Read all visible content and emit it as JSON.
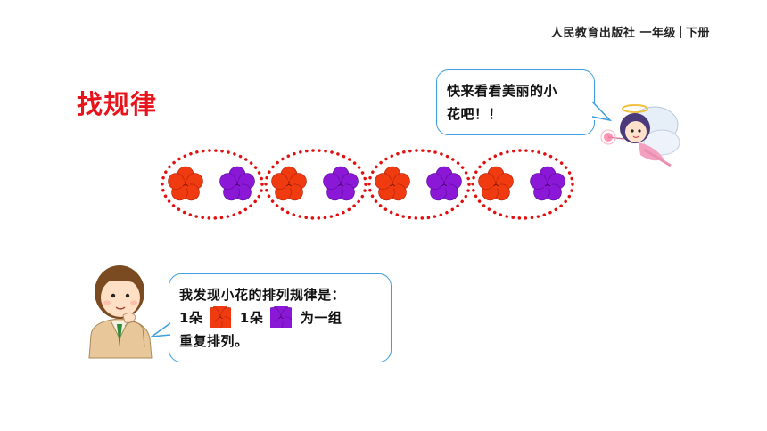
{
  "header": {
    "publisher": "人民教育出版社",
    "grade": "一年级",
    "volume": "下册"
  },
  "title": "找规律",
  "fairy_bubble": {
    "line1": "快来看看美丽的小",
    "line2": "花吧！！"
  },
  "boy_bubble": {
    "line1": "我发现小花的排列规律是：",
    "count1": "1朵",
    "count2": "1朵",
    "suffix": "为一组",
    "line3": "重复排列。"
  },
  "colors": {
    "title_red": "#e8141b",
    "flower_red": "#f03a10",
    "flower_purple": "#8a18d6",
    "dotted_outline": "#e01010",
    "bubble_border": "#3a9fdc"
  },
  "pattern": {
    "groups": 4,
    "unit": [
      "red-flower",
      "purple-flower"
    ]
  }
}
